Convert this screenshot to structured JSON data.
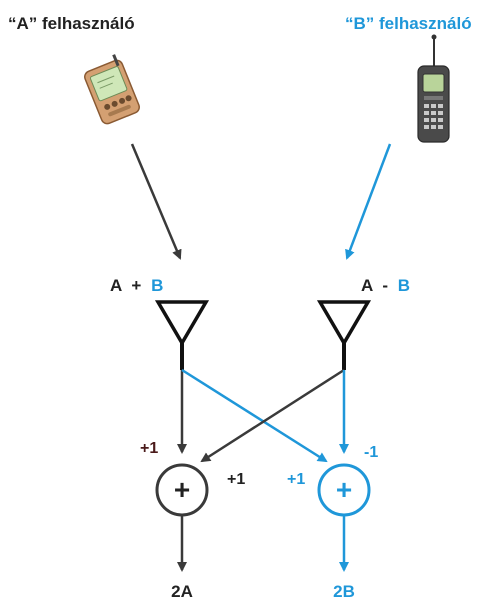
{
  "users": {
    "a_title": "“A” felhasználó",
    "b_title": "“B” felhasználó",
    "a_device_icon": "pda-icon",
    "b_device_icon": "mobile-phone-icon"
  },
  "antennas": {
    "left": {
      "term_a": "A",
      "operator": "+",
      "term_b": "B"
    },
    "right": {
      "term_a": "A",
      "operator": "-",
      "term_b": "B"
    }
  },
  "combiners": {
    "left": {
      "symbol": "+",
      "coef_top": "+1",
      "coef_cross": "+1",
      "output": "2A"
    },
    "right": {
      "symbol": "+",
      "coef_top": "-1",
      "coef_cross": "+1",
      "output": "2B"
    }
  },
  "colors": {
    "user_a": "#3a3a3a",
    "user_b": "#1f97d9",
    "coef_dark": "#4a1a1a"
  }
}
